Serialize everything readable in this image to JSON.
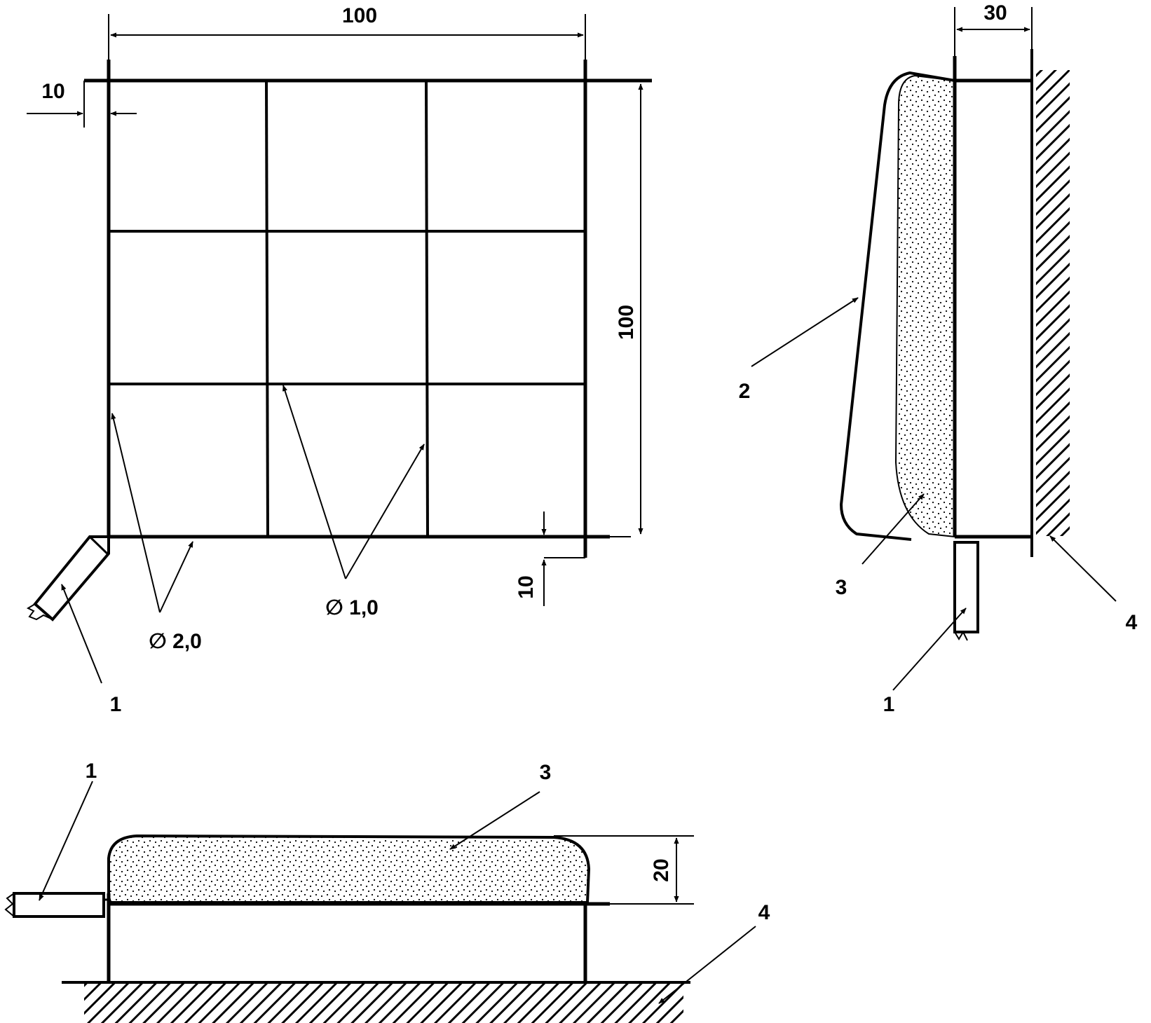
{
  "front_view": {
    "dim_width": "100",
    "dim_height": "100",
    "dim_offset_left": "10",
    "dim_offset_bottom": "10",
    "wire_thick": "∅ 2,0",
    "wire_thin": "∅ 1,0",
    "callout_handle": "1"
  },
  "side_view": {
    "dim_depth": "30",
    "callout_handle": "1",
    "callout_cover": "2",
    "callout_sample": "3",
    "callout_wall": "4"
  },
  "bottom_view": {
    "dim_thickness": "20",
    "callout_handle": "1",
    "callout_sample": "3",
    "callout_base": "4"
  },
  "colors": {
    "ink": "#000000",
    "background": "#ffffff"
  }
}
